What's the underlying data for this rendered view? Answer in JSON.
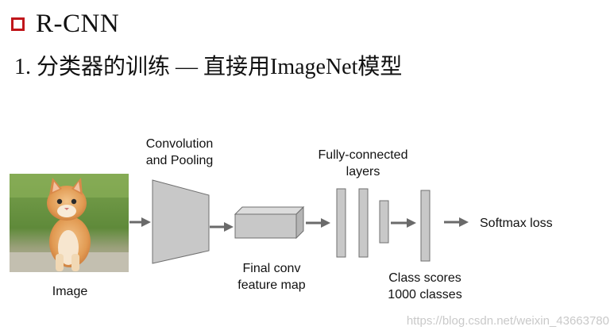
{
  "slide": {
    "title": "R-CNN",
    "subtitle": "1. 分类器的训练 — 直接用ImageNet模型"
  },
  "diagram": {
    "labels": {
      "image": "Image",
      "conv_pooling": "Convolution\nand Pooling",
      "final_conv": "Final conv\nfeature map",
      "fully_connected": "Fully-connected\nlayers",
      "class_scores": "Class scores\n1000 classes",
      "softmax": "Softmax loss"
    },
    "colors": {
      "shape_fill": "#c8c8c8",
      "shape_stroke": "#6f6f6f",
      "arrow": "#6a6a6a",
      "bullet": "#c0161b"
    }
  },
  "watermark": "https://blog.csdn.net/weixin_43663780"
}
